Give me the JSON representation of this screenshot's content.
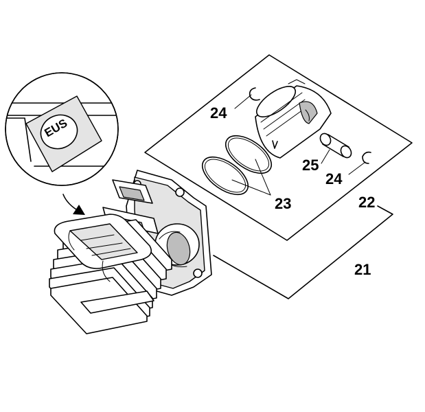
{
  "callouts": {
    "c21": "21",
    "c22": "22",
    "c23": "23",
    "c24a": "24",
    "c24b": "24",
    "c25": "25"
  },
  "stamp": {
    "marking": "EUS"
  },
  "colors": {
    "line": "#000000",
    "background": "#ffffff",
    "shade": "#e4e4e4"
  }
}
